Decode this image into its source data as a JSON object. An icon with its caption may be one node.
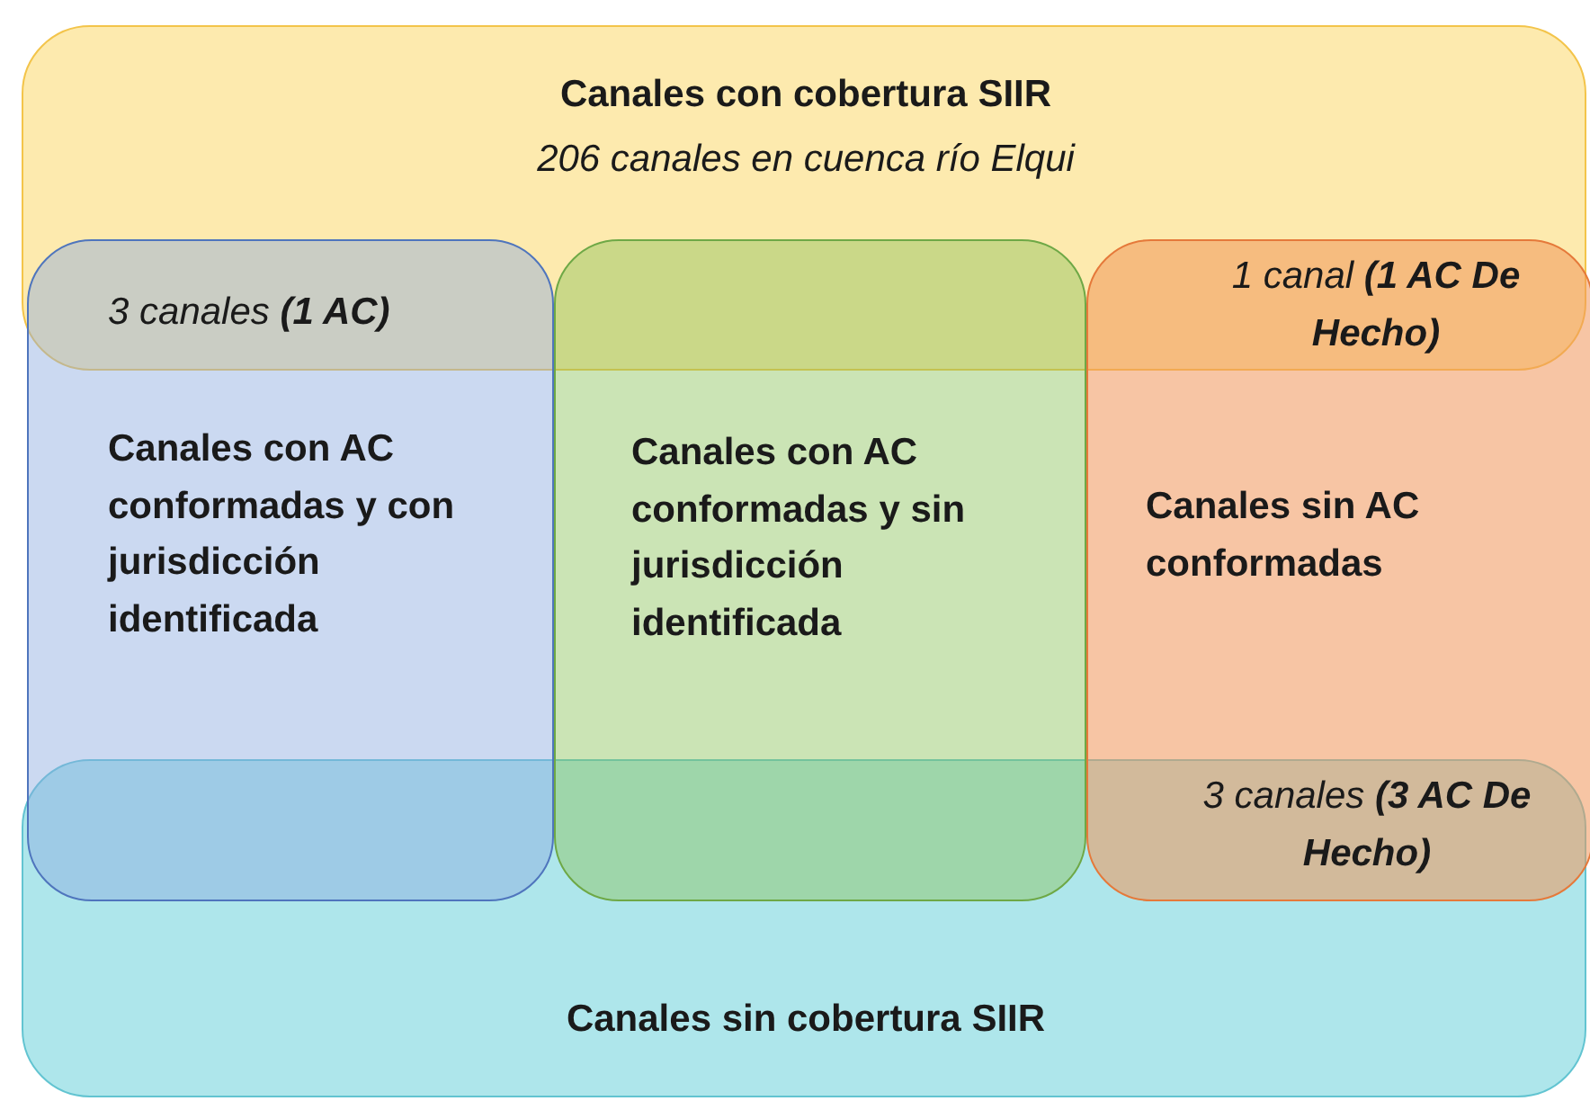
{
  "diagram": {
    "nodes": [
      {
        "text": [
          "Canales con cobertura SIIR",
          "206 canales en cuenca río Elqui"
        ]
      },
      {
        "text": [
          "Canales sin cobertura SIIR"
        ]
      },
      {
        "text": [
          "Canales con AC conformadas y con jurisdicción identificada"
        ]
      },
      {
        "text": [
          "Canales con AC conformadas y sin jurisdicción identificada"
        ]
      },
      {
        "text": [
          "Canales sin AC conformadas"
        ]
      }
    ],
    "labels": [
      "3 canales  **(1 AC)**",
      "1 canal **(1 AC De Hecho)**",
      "3 canales **(3 AC De Hecho)**"
    ]
  }
}
